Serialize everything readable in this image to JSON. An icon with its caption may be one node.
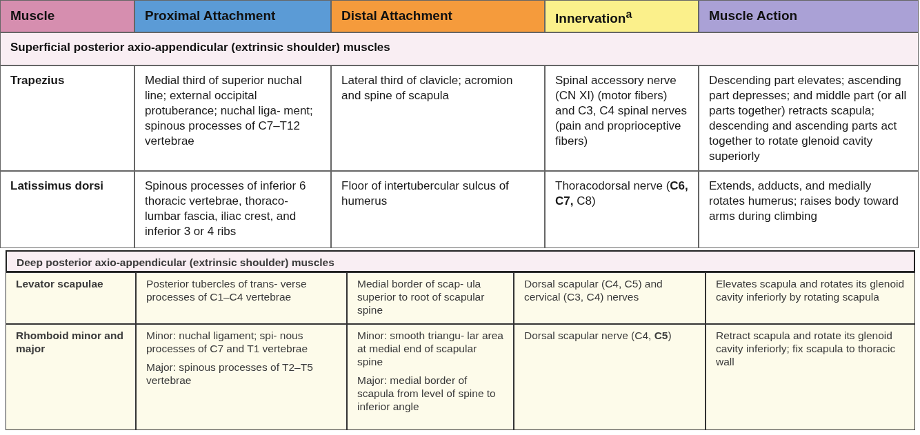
{
  "diagram": {
    "labels": [
      "Muscle",
      "Proximal Attachment",
      "Distal Attachment",
      "Innervation$^{a}$",
      "Muscle Action",
      "Superficial posterior axio-appendicular (extrinsic shoulder) muscles",
      "Trapezius",
      "Medial third of superior nuchal line; external occipital protuberance; nuchal liga- ment; spinous processes of C7–T12 vertebrae",
      "Lateral third of clavicle; acromion and spine of scapula",
      "Spinal accessory nerve (CN XI) (motor fibers) and C3, C4 spinal nerves (pain and proprioceptive fibers)",
      "Descending part elevates; ascending part depresses; and middle part (or all parts together) retracts scapula; descending and ascending parts act together to rotate glenoid cavity superiorly",
      "Latissimus dorsi",
      "Spinous processes of inferior 6 thoracic vertebrae, thoraco- lumbar fascia, iliac crest, and inferior 3 or 4 ribs",
      "Floor of intertubercular sulcus of humerus",
      "Thoracodorsal nerve (**C6, C7,** C8)",
      "Extends, adducts, and medially rotates humerus; raises body toward arms during climbing",
      "Deep posterior axio-appendicular (extrinsic shoulder) muscles",
      "Levator scapulae",
      "Posterior tubercles of trans- verse processes of C1–C4 vertebrae",
      "Medial border of scap- ula superior to root of scapular spine",
      "Dorsal scapular (C4, C5) and cervical (C3, C4) nerves",
      "Elevates scapula and rotates its glenoid cavity inferiorly by rotating scapula",
      "Rhomboid minor and major",
      "Minor: nuchal ligament; spi- nous processes of C7 and T1 vertebrae",
      "Major: spinous processes of T2–T5 vertebrae",
      "Minor: smooth triangu- lar area at medial end of scapular spine",
      "Major: medial border of scapula from level of spine to inferior angle",
      "Dorsal scapular nerve (C4, **C5**)",
      "Retract scapula and rotate its glenoid cavity inferiorly; fix scapula to thoracic wall"
    ]
  }
}
